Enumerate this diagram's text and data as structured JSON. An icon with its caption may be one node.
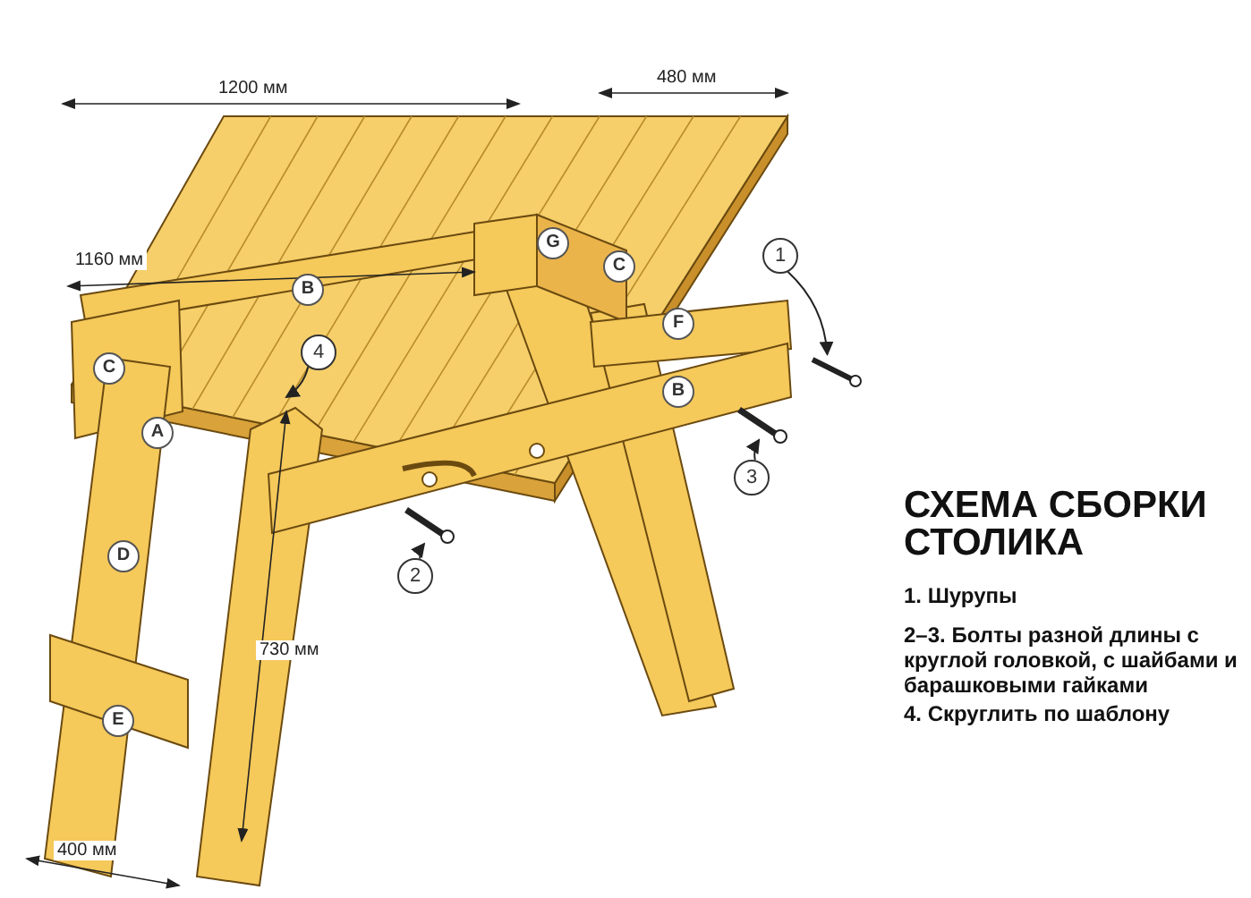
{
  "diagram": {
    "title": "СХЕМА СБОРКИ СТОЛИКА",
    "nodes": [
      {
        "text": [
          "1"
        ]
      },
      {
        "text": [],
        "shape": "picture"
      },
      {
        "text": [
          "2"
        ]
      },
      {
        "text": [],
        "shape": "picture"
      },
      {
        "text": [
          "3"
        ]
      },
      {
        "text": [],
        "shape": "picture"
      },
      {
        "text": [
          "4"
        ]
      }
    ],
    "edges": [
      {
        "from": 0,
        "to": 1,
        "arrow": "to"
      },
      {
        "from": 2,
        "to": 3,
        "arrow": "to"
      },
      {
        "from": 4,
        "to": 5,
        "arrow": "to"
      },
      {
        "from": 6,
        "to": null,
        "arrow": "to"
      }
    ],
    "labels": [
      "1200 мм",
      "480 мм",
      "A",
      "G",
      "C",
      "1160 мм",
      "B",
      "F",
      "C",
      "B",
      "D",
      "730 мм",
      "E",
      "400 мм",
      "1. Шурупы",
      "2–3. Болты разной длины с круглой головкой, с шайбами и барашковыми гайками",
      "4. Скруглить по шаблону"
    ]
  }
}
